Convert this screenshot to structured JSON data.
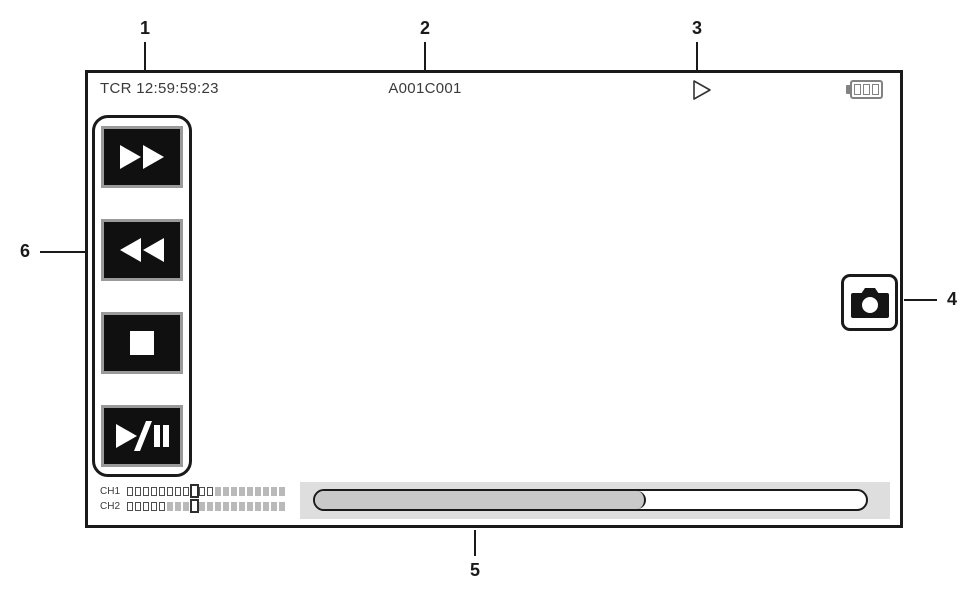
{
  "callouts": {
    "labels": [
      "1",
      "2",
      "3",
      "4",
      "5",
      "6"
    ]
  },
  "screen": {
    "timecode": "TCR 12:59:59:23",
    "clip_name": "A001C001",
    "status": "play",
    "battery": {
      "bars": 3
    }
  },
  "transport": {
    "buttons": [
      {
        "id": "fast-forward",
        "icon": "fast-forward-icon"
      },
      {
        "id": "rewind",
        "icon": "rewind-icon"
      },
      {
        "id": "stop",
        "icon": "stop-icon"
      },
      {
        "id": "play-pause",
        "icon": "play-pause-icon"
      }
    ]
  },
  "snapshot": {
    "icon": "camera-icon"
  },
  "meters": {
    "channels": [
      {
        "label": "CH1",
        "segments": "oooooooomoofffffffff"
      },
      {
        "label": "CH2",
        "segments": "ooooofffmfffffffffff"
      }
    ],
    "segment_key": {
      "o": "outlined",
      "m": "peak-marker",
      "f": "filled"
    }
  },
  "progress": {
    "fill_percent": 60
  },
  "colors": {
    "outline": "#1a1a1a",
    "button_bg": "#101010",
    "button_border": "#9a9a9a",
    "meter_fill": "#b9b9b9",
    "panel_bg": "#dedede",
    "bar_fill": "#c9c9c9",
    "text": "#3a3a3a",
    "battery": "#828282"
  }
}
